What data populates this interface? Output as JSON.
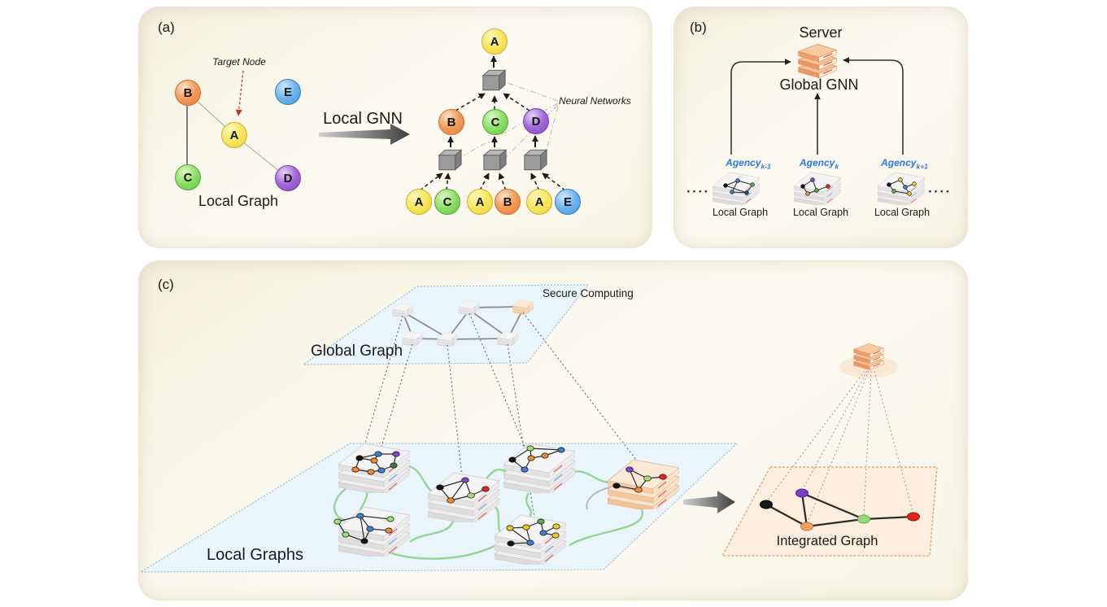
{
  "panel_a": {
    "label": "(a)",
    "target_node_label": "Target Node",
    "local_graph_caption": "Local Graph",
    "arrow_label": "Local GNN",
    "neural_networks_label": "Neural Networks",
    "graph_nodes": [
      "B",
      "E",
      "A",
      "C",
      "D"
    ],
    "tree_root": "A",
    "tree_mid": [
      "B",
      "C",
      "D"
    ],
    "tree_leaves": [
      "A",
      "C",
      "A",
      "B",
      "A",
      "E"
    ]
  },
  "panel_b": {
    "label": "(b)",
    "server_label": "Server",
    "global_gnn_label": "Global GNN",
    "agencies": [
      {
        "name": "Agency",
        "sub": "k-1",
        "caption": "Local Graph"
      },
      {
        "name": "Agency",
        "sub": "k",
        "caption": "Local Graph"
      },
      {
        "name": "Agency",
        "sub": "k+1",
        "caption": "Local Graph"
      }
    ],
    "ellipsis_left": "····",
    "ellipsis_right": "····"
  },
  "panel_c": {
    "label": "(c)",
    "secure_computing_label": "Secure Computing",
    "global_graph_label": "Global Graph",
    "local_graphs_label": "Local Graphs",
    "integrated_graph_label": "Integrated Graph"
  },
  "colors": {
    "node_yellow": "#f2df55",
    "node_orange": "#ef9850",
    "node_green": "#7fd95c",
    "node_blue": "#5fb0ea",
    "node_purple": "#9a5cd0",
    "agency_text_blue": "#2e75e6",
    "server_orange": "#f0a06a",
    "plane_blue": "#e9f4fb",
    "plane_orange": "#fbeede",
    "link_green": "#8fd48f",
    "target_arrow_red": "#c43030"
  }
}
